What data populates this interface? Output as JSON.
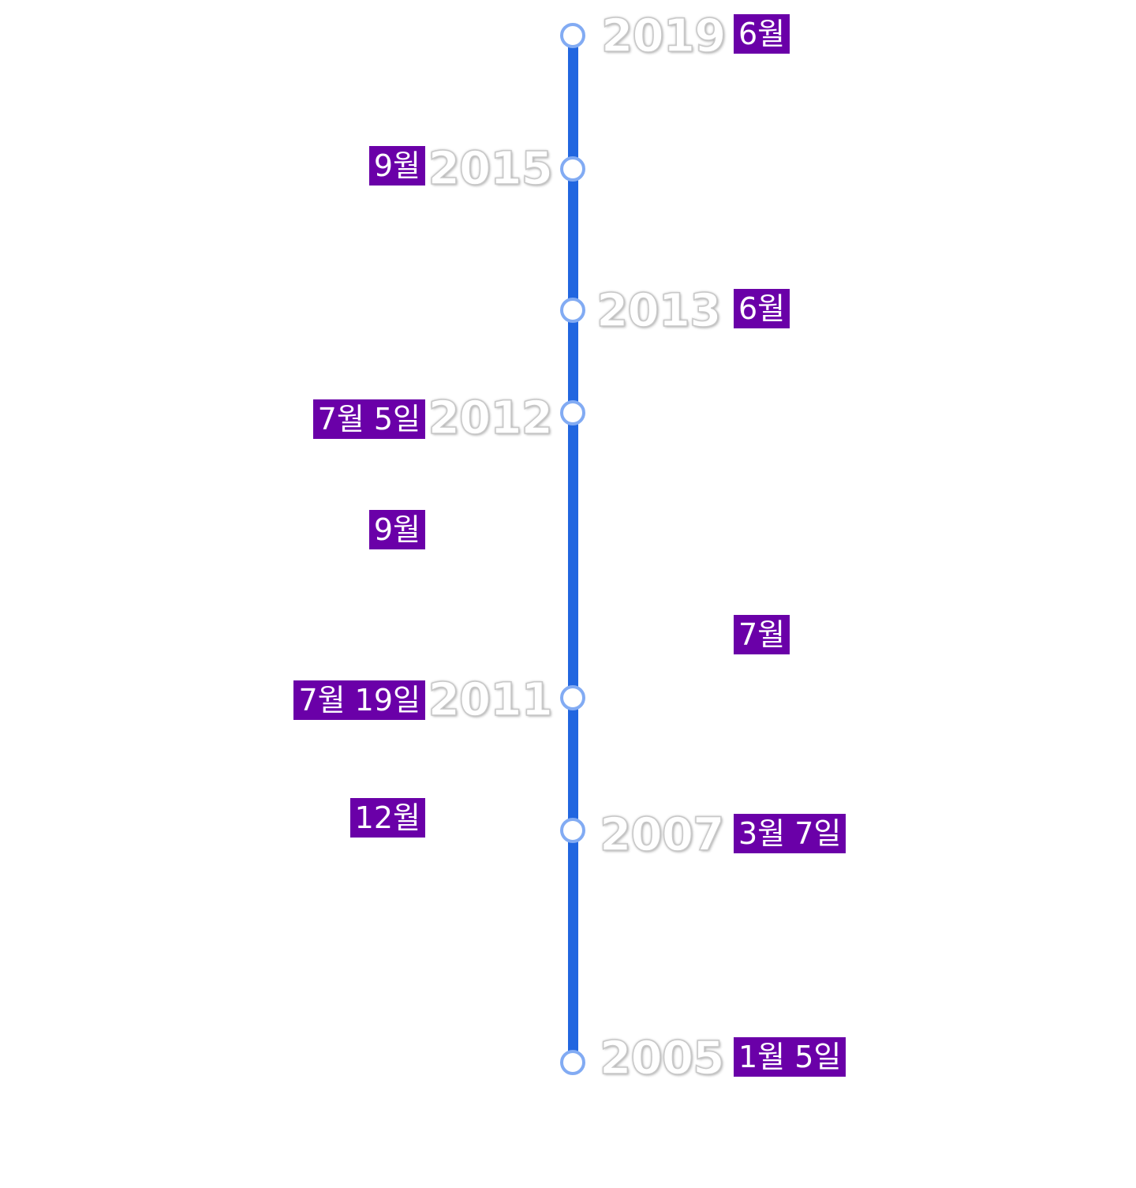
{
  "timeline": {
    "colors": {
      "line": "#2166e0",
      "node_border": "#82abf3",
      "tag_background": "#6a00a8",
      "tag_text": "#ffffff",
      "year_text": "#ffffff"
    },
    "nodes": [
      {
        "year": "2019"
      },
      {
        "year": "2015"
      },
      {
        "year": "2013"
      },
      {
        "year": "2012"
      },
      {
        "year": "2011"
      },
      {
        "year": "2007"
      },
      {
        "year": "2005"
      }
    ],
    "tags": [
      {
        "label": "6월"
      },
      {
        "label": "9월"
      },
      {
        "label": "6월"
      },
      {
        "label": "7월 5일"
      },
      {
        "label": "9월"
      },
      {
        "label": "7월"
      },
      {
        "label": "7월 19일"
      },
      {
        "label": "12월"
      },
      {
        "label": "3월 7일"
      },
      {
        "label": "1월 5일"
      }
    ]
  }
}
